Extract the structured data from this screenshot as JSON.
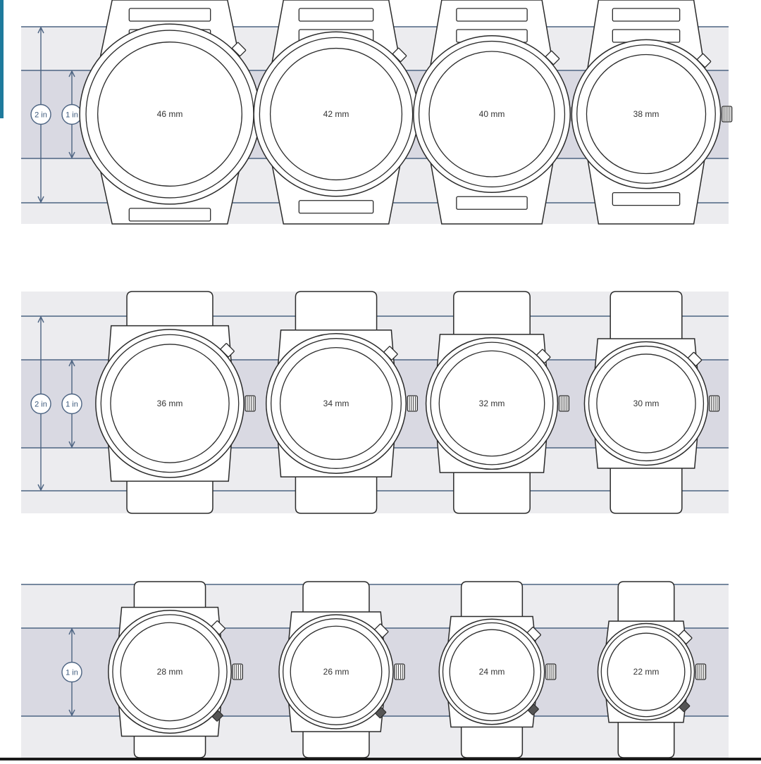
{
  "colors": {
    "band_outer": "#ececef",
    "band_inner": "#d9d9e2",
    "band_line": "#4d6482",
    "measure_line": "#4d6482",
    "measure_text": "#3d5a7c",
    "watch_stroke": "#2b2b2b",
    "watch_fill": "#ffffff",
    "accent": "#1e7a9c"
  },
  "rows": [
    {
      "strap": "bracelet",
      "markers": [
        {
          "label": "2 in",
          "span": 2
        },
        {
          "label": "1 in",
          "span": 1
        }
      ],
      "watches": [
        {
          "label": "46 mm",
          "size_mm": 46
        },
        {
          "label": "42 mm",
          "size_mm": 42
        },
        {
          "label": "40 mm",
          "size_mm": 40
        },
        {
          "label": "38 mm",
          "size_mm": 38
        }
      ]
    },
    {
      "strap": "leather",
      "markers": [
        {
          "label": "2 in",
          "span": 2
        },
        {
          "label": "1 in",
          "span": 1
        }
      ],
      "watches": [
        {
          "label": "36 mm",
          "size_mm": 36
        },
        {
          "label": "34 mm",
          "size_mm": 34
        },
        {
          "label": "32 mm",
          "size_mm": 32
        },
        {
          "label": "30 mm",
          "size_mm": 30
        }
      ]
    },
    {
      "strap": "leather",
      "markers": [
        {
          "label": "1 in",
          "span": 1
        }
      ],
      "watches": [
        {
          "label": "28 mm",
          "size_mm": 28
        },
        {
          "label": "26 mm",
          "size_mm": 26
        },
        {
          "label": "24 mm",
          "size_mm": 24
        },
        {
          "label": "22 mm",
          "size_mm": 22
        }
      ]
    }
  ]
}
